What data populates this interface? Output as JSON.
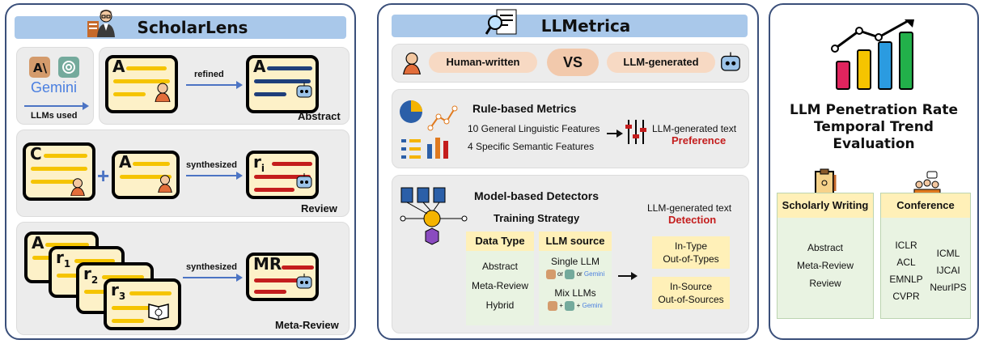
{
  "left": {
    "title": "ScholarLens",
    "llms_used": "LLMs used",
    "gemini": "Gemini",
    "abstract": {
      "card_a": "A",
      "arrow": "refined",
      "card_out": "A",
      "caption": "Abstract"
    },
    "review": {
      "card_c": "C",
      "card_a": "A",
      "arrow": "synthesized",
      "card_out": "r",
      "sub": "i",
      "caption": "Review"
    },
    "meta": {
      "cards": [
        "A",
        "r",
        "r",
        "r"
      ],
      "subs": [
        "",
        "1",
        "2",
        "3"
      ],
      "arrow": "synthesized",
      "card_out": "MR",
      "caption": "Meta-Review"
    }
  },
  "middle": {
    "title": "LLMetrica",
    "human": "Human-written",
    "vs": "VS",
    "llm": "LLM-generated",
    "rule": {
      "title": "Rule-based Metrics",
      "line1": "10 General Linguistic Features",
      "line2": "4 Specific Semantic Features",
      "out1": "LLM-generated text",
      "out2": "Preference"
    },
    "model": {
      "title": "Model-based Detectors",
      "strategy": "Training Strategy",
      "data_type": "Data Type",
      "data_items": [
        "Abstract",
        "Meta-Review",
        "Hybrid"
      ],
      "llm_source": "LLM source",
      "single": "Single LLM",
      "single_line": [
        "or",
        "or"
      ],
      "gemini": "Gemini",
      "mix": "Mix LLMs",
      "mix_line": [
        "+",
        "+"
      ],
      "out1": "LLM-generated text",
      "out2": "Detection",
      "type1": "In-Type",
      "type2": "Out-of-Types",
      "src1": "In-Source",
      "src2": "Out-of-Sources"
    }
  },
  "right": {
    "title_lines": [
      "LLM Penetration Rate",
      "Temporal Trend",
      "Evaluation"
    ],
    "writing": {
      "header": "Scholarly Writing",
      "items": [
        "Abstract",
        "Meta-Review",
        "Review"
      ]
    },
    "conference": {
      "header": "Conference",
      "col1": [
        "ICLR",
        "ACL",
        "EMNLP",
        "CVPR"
      ],
      "col2": [
        "ICML",
        "IJCAI",
        "NeurIPS"
      ]
    }
  },
  "colors": {
    "border": "#3a4f7a",
    "banner": "#a9c8ea",
    "card": "#fdf1c8",
    "yellow": "#f5c400",
    "navy": "#1f3f7a",
    "red": "#c41d1d",
    "arrow": "#4c74c4"
  }
}
